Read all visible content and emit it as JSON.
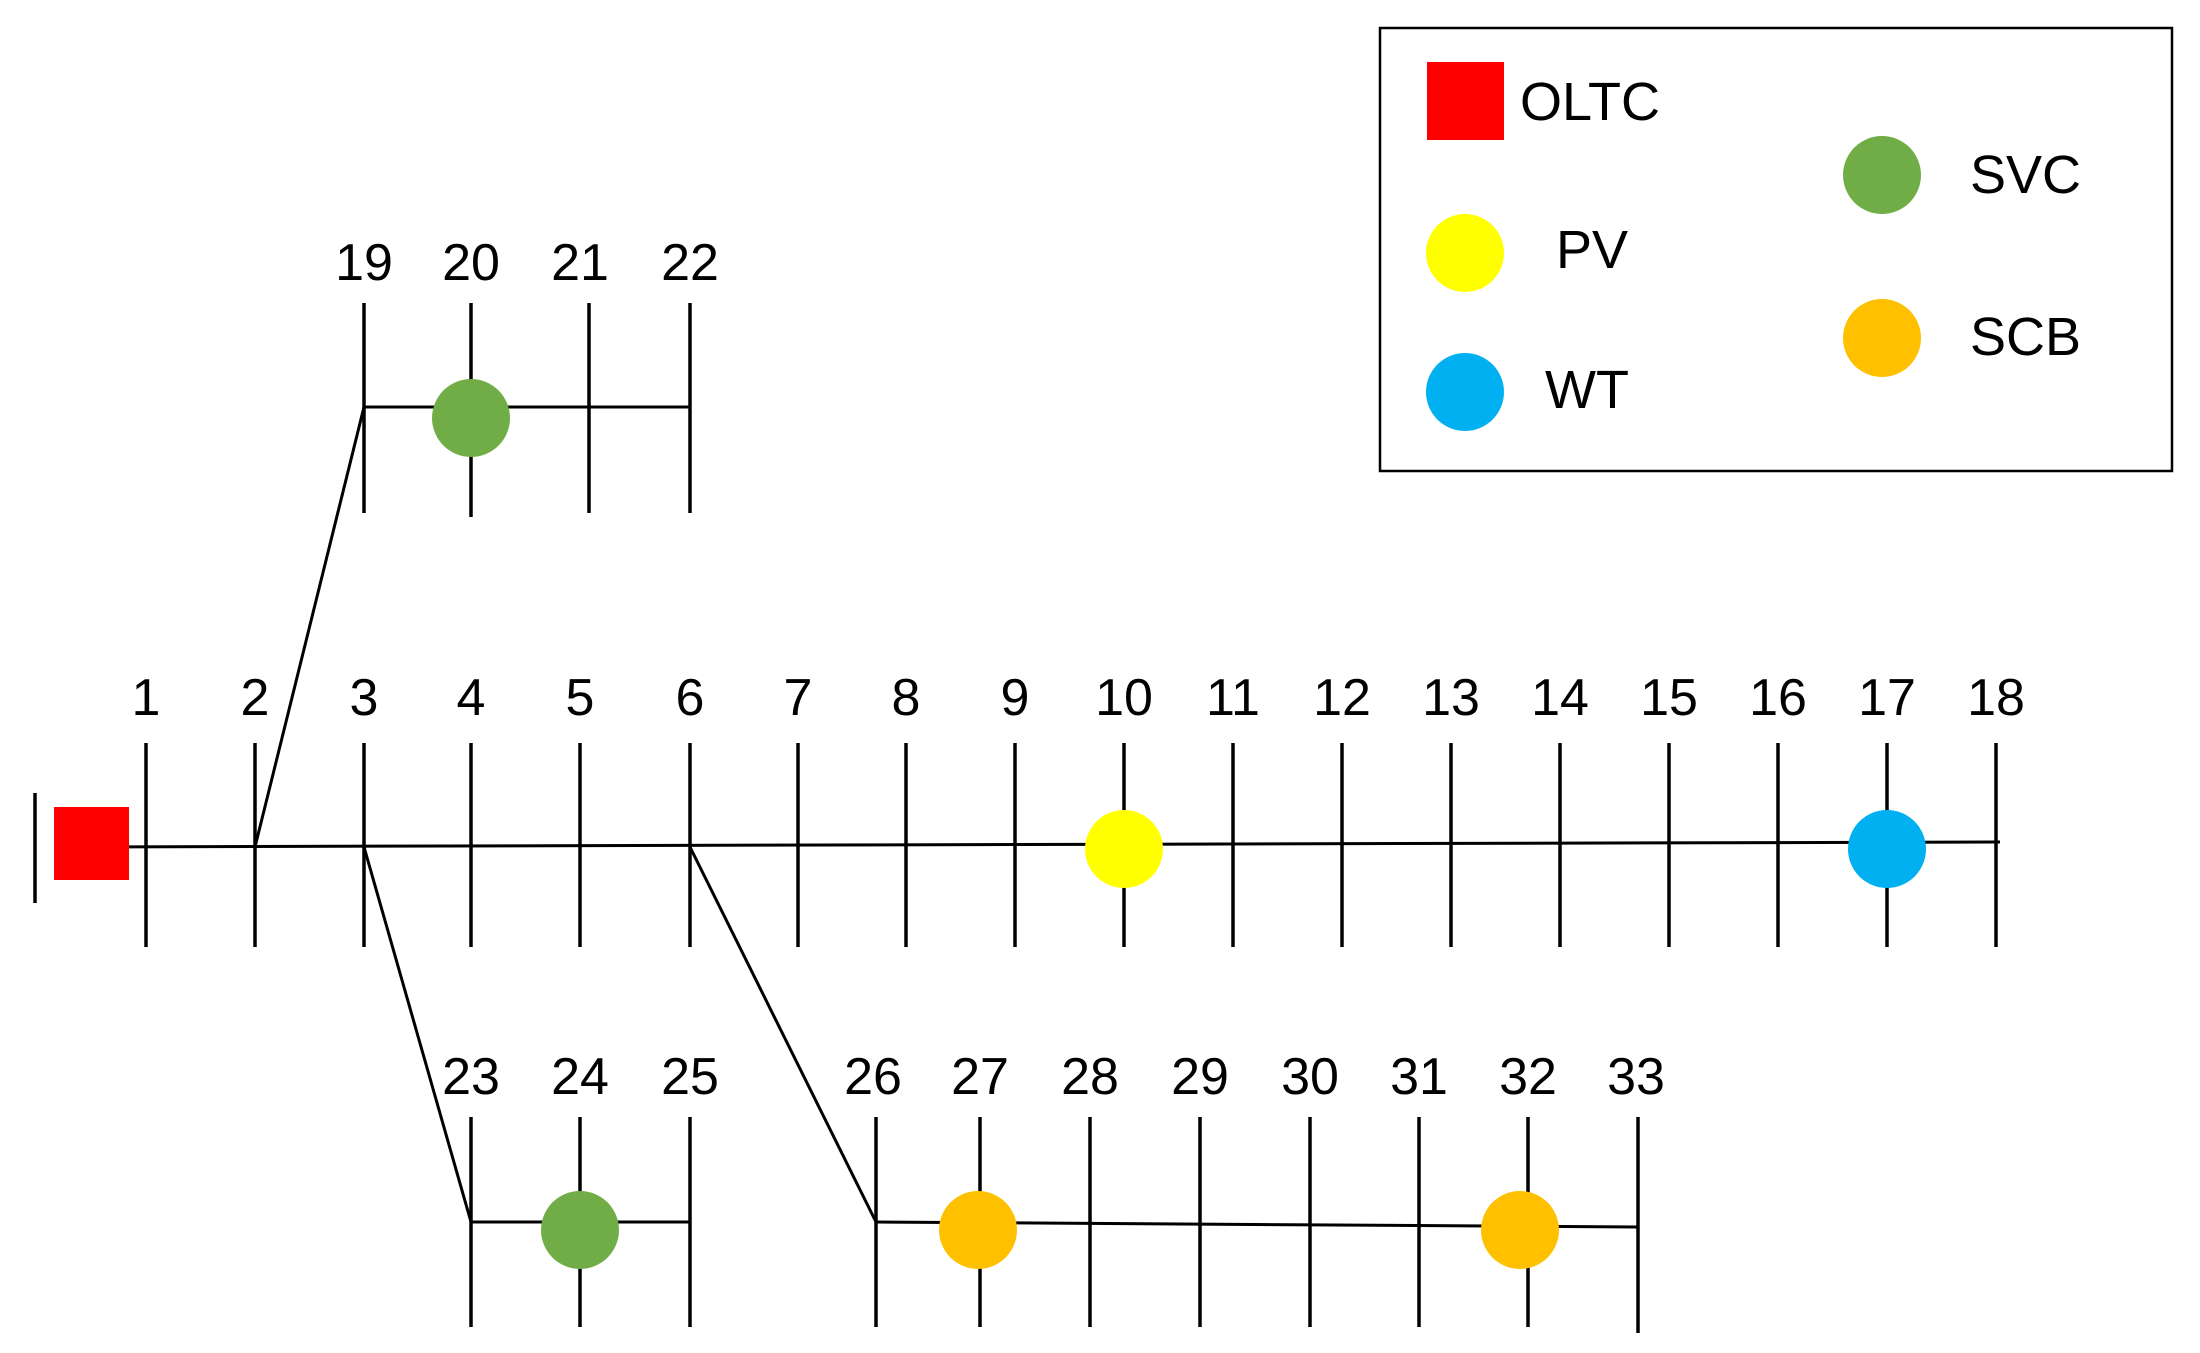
{
  "colors": {
    "oltc": "#ff0000",
    "pv": "#ffff00",
    "wt": "#00b0f0",
    "svc": "#70ad47",
    "scb": "#ffc000"
  },
  "buses": [
    "1",
    "2",
    "3",
    "4",
    "5",
    "6",
    "7",
    "8",
    "9",
    "10",
    "11",
    "12",
    "13",
    "14",
    "15",
    "16",
    "17",
    "18",
    "19",
    "20",
    "21",
    "22",
    "23",
    "24",
    "25",
    "26",
    "27",
    "28",
    "29",
    "30",
    "31",
    "32",
    "33"
  ],
  "devices": {
    "oltc_bus": "1",
    "pv_bus": "10",
    "wt_bus": "17",
    "svc_buses": [
      "20",
      "24"
    ],
    "scb_buses": [
      "27",
      "32"
    ]
  },
  "legend": {
    "oltc": "OLTC",
    "pv": "PV",
    "wt": "WT",
    "svc": "SVC",
    "scb": "SCB"
  }
}
